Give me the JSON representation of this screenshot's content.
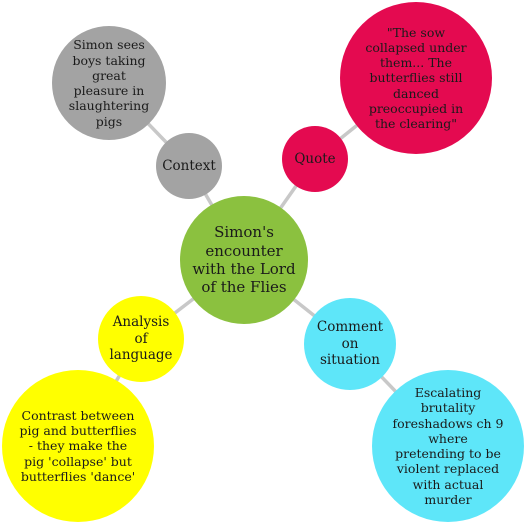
{
  "diagram": {
    "center": {
      "label": "Simon's encounter with the Lord of the Flies",
      "color": "#8bc13f"
    },
    "branches": {
      "context": {
        "label": "Context",
        "detail": "Simon sees boys taking great pleasure in slaughtering pigs",
        "color": "#a3a3a3"
      },
      "quote": {
        "label": "Quote",
        "detail": "\"The sow collapsed under them... The butterflies still danced preoccupied in the clearing\"",
        "color": "#e40a50"
      },
      "analysis": {
        "label": "Analysis of language",
        "detail": "Contrast between pig and butterflies - they make the pig 'collapse' but butterflies 'dance'",
        "color": "#ffff00"
      },
      "comment": {
        "label": "Comment on situation",
        "detail": "Escalating brutality foreshadows ch 9 where pretending to be violent replaced with actual murder",
        "color": "#5ee6f9"
      }
    },
    "connector_color": "#c8c8c8"
  }
}
